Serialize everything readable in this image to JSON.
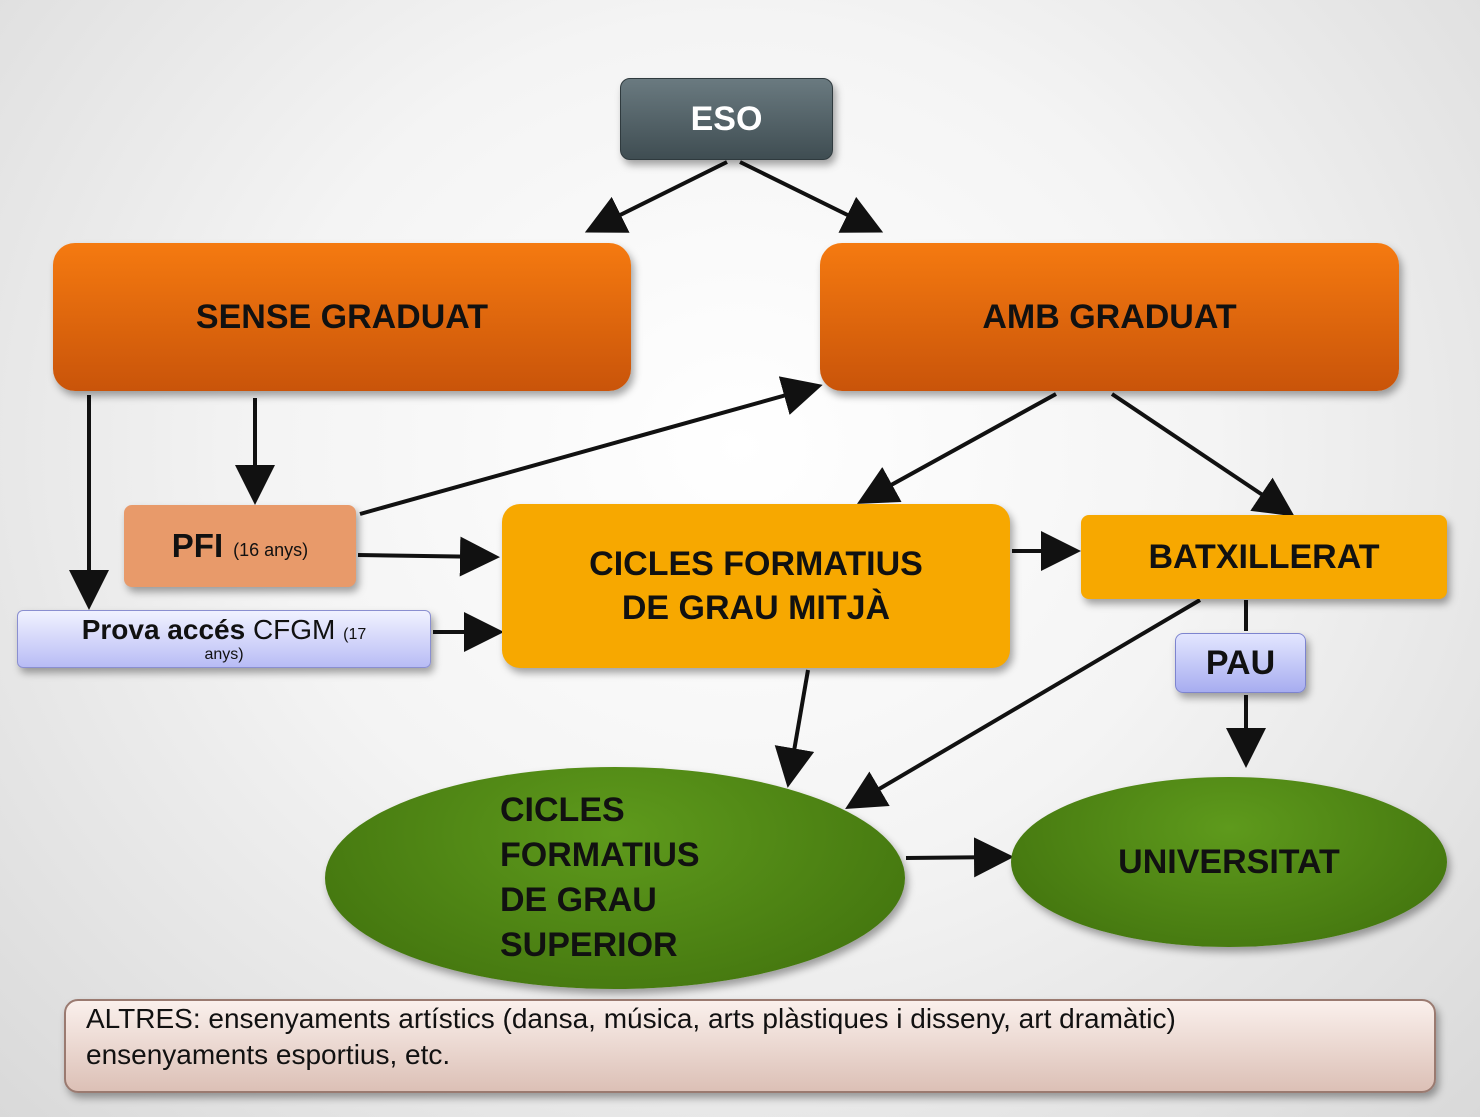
{
  "nodes": {
    "eso": "ESO",
    "sense_graduat": "SENSE GRADUAT",
    "amb_graduat": "AMB GRADUAT",
    "pfi": {
      "label": "PFI",
      "note": "(16 anys)"
    },
    "prova": {
      "bold": "Prova accés",
      "regular": "CFGM",
      "note_a": "(17",
      "note_b": "anys)"
    },
    "cfgm": {
      "line1": "CICLES FORMATIUS",
      "line2": "DE GRAU MITJÀ"
    },
    "batxillerat": "BATXILLERAT",
    "pau": "PAU",
    "cfgs": {
      "line1": "CICLES",
      "line2": "FORMATIUS",
      "line3": "DE GRAU",
      "line4": "SUPERIOR"
    },
    "universitat": "UNIVERSITAT"
  },
  "altres": {
    "line1": "ALTRES: ensenyaments artístics (dansa, música, arts plàstiques i disseny, art dramàtic)",
    "line2": "ensenyaments esportius, etc."
  },
  "colors": {
    "eso": "#4f5e63",
    "orange": "#e8670c",
    "amber": "#f7a800",
    "pfi": "#e89a6a",
    "lavender": "#b8bcf5",
    "green": "#4a7f12",
    "arrow": "#111111"
  },
  "edges": [
    {
      "from": "ESO",
      "to": "SENSE GRADUAT"
    },
    {
      "from": "ESO",
      "to": "AMB GRADUAT"
    },
    {
      "from": "SENSE GRADUAT",
      "to": "PFI"
    },
    {
      "from": "SENSE GRADUAT",
      "to": "Prova accés CFGM"
    },
    {
      "from": "PFI",
      "to": "AMB GRADUAT"
    },
    {
      "from": "PFI",
      "to": "CICLES FORMATIUS DE GRAU MITJÀ"
    },
    {
      "from": "Prova accés CFGM",
      "to": "CICLES FORMATIUS DE GRAU MITJÀ"
    },
    {
      "from": "AMB GRADUAT",
      "to": "CICLES FORMATIUS DE GRAU MITJÀ"
    },
    {
      "from": "AMB GRADUAT",
      "to": "BATXILLERAT"
    },
    {
      "from": "CICLES FORMATIUS DE GRAU MITJÀ",
      "to": "BATXILLERAT"
    },
    {
      "from": "CICLES FORMATIUS DE GRAU MITJÀ",
      "to": "CICLES FORMATIUS DE GRAU SUPERIOR"
    },
    {
      "from": "BATXILLERAT",
      "to": "CICLES FORMATIUS DE GRAU SUPERIOR"
    },
    {
      "from": "BATXILLERAT",
      "to": "UNIVERSITAT"
    },
    {
      "from": "CICLES FORMATIUS DE GRAU SUPERIOR",
      "to": "UNIVERSITAT"
    }
  ]
}
